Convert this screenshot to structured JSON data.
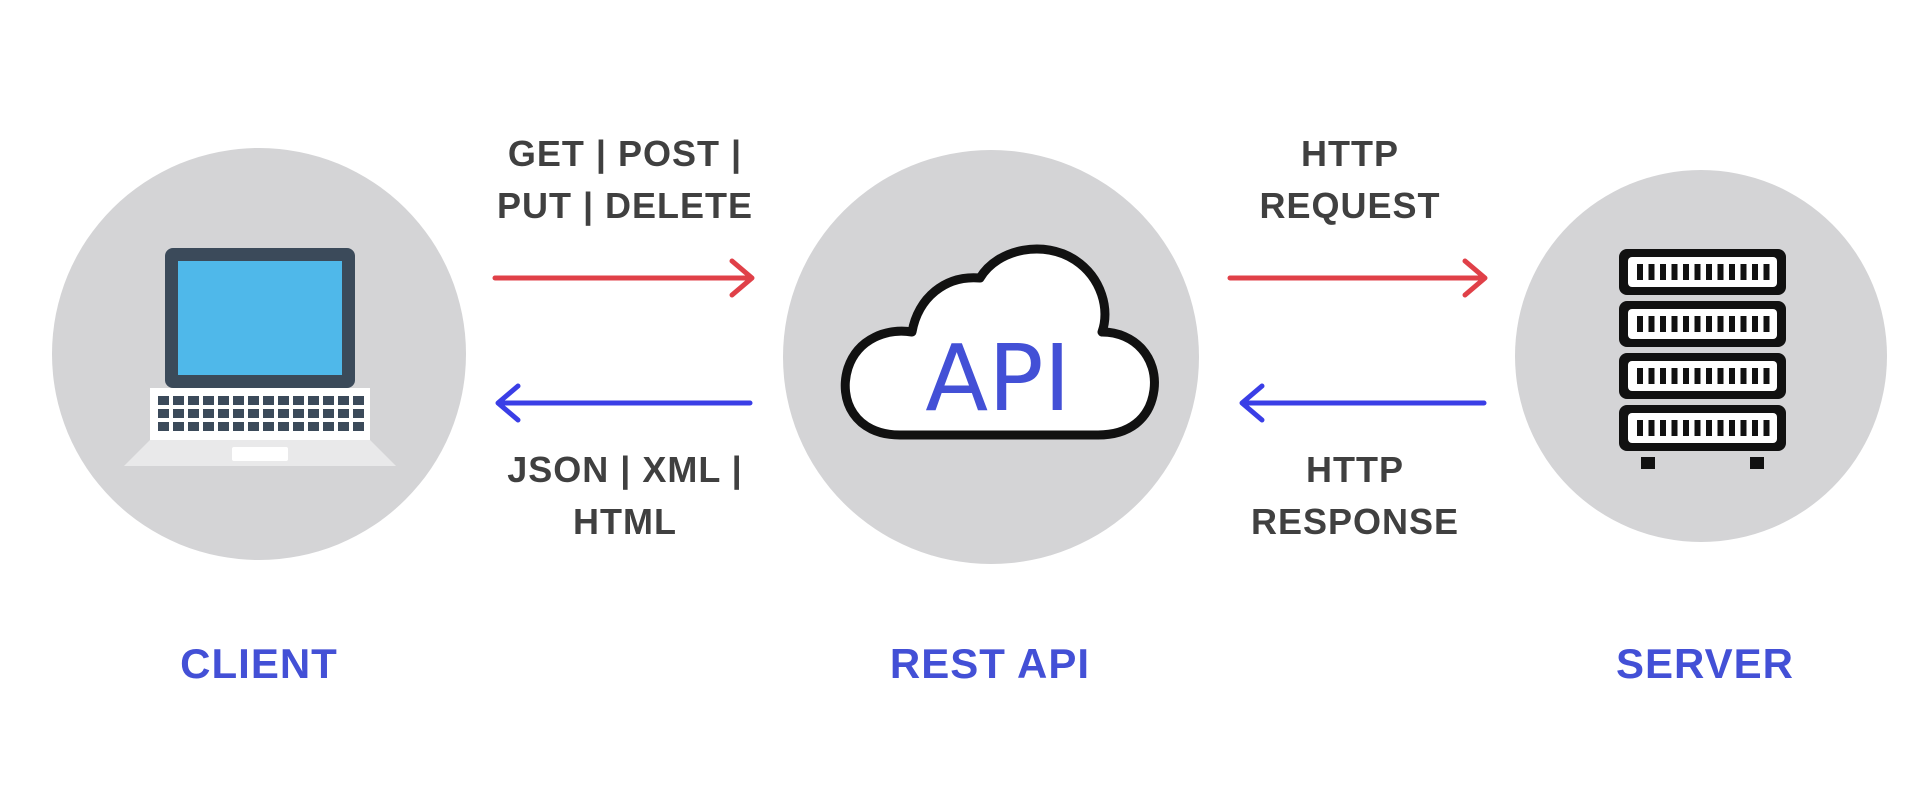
{
  "colors": {
    "accent": "#4350d6",
    "request_arrow": "#e04048",
    "response_arrow": "#3a3ee6",
    "circle_fill": "#d4d4d6",
    "label_text": "#404040",
    "laptop_screen": "#4fb8ea",
    "laptop_frame": "#3b4a5a"
  },
  "nodes": {
    "client": {
      "caption": "CLIENT",
      "icon": "laptop-icon"
    },
    "api": {
      "caption": "REST API",
      "icon": "cloud-icon",
      "icon_text": "API"
    },
    "server": {
      "caption": "SERVER",
      "icon": "server-rack-icon"
    }
  },
  "flows": {
    "client_to_api": {
      "direction": "right",
      "line1": "GET | POST |",
      "line2": "PUT | DELETE"
    },
    "api_to_client": {
      "direction": "left",
      "line1": "JSON | XML |",
      "line2": "HTML"
    },
    "api_to_server": {
      "direction": "right",
      "line1": "HTTP",
      "line2": "REQUEST"
    },
    "server_to_api": {
      "direction": "left",
      "line1": "HTTP",
      "line2": "RESPONSE"
    }
  }
}
